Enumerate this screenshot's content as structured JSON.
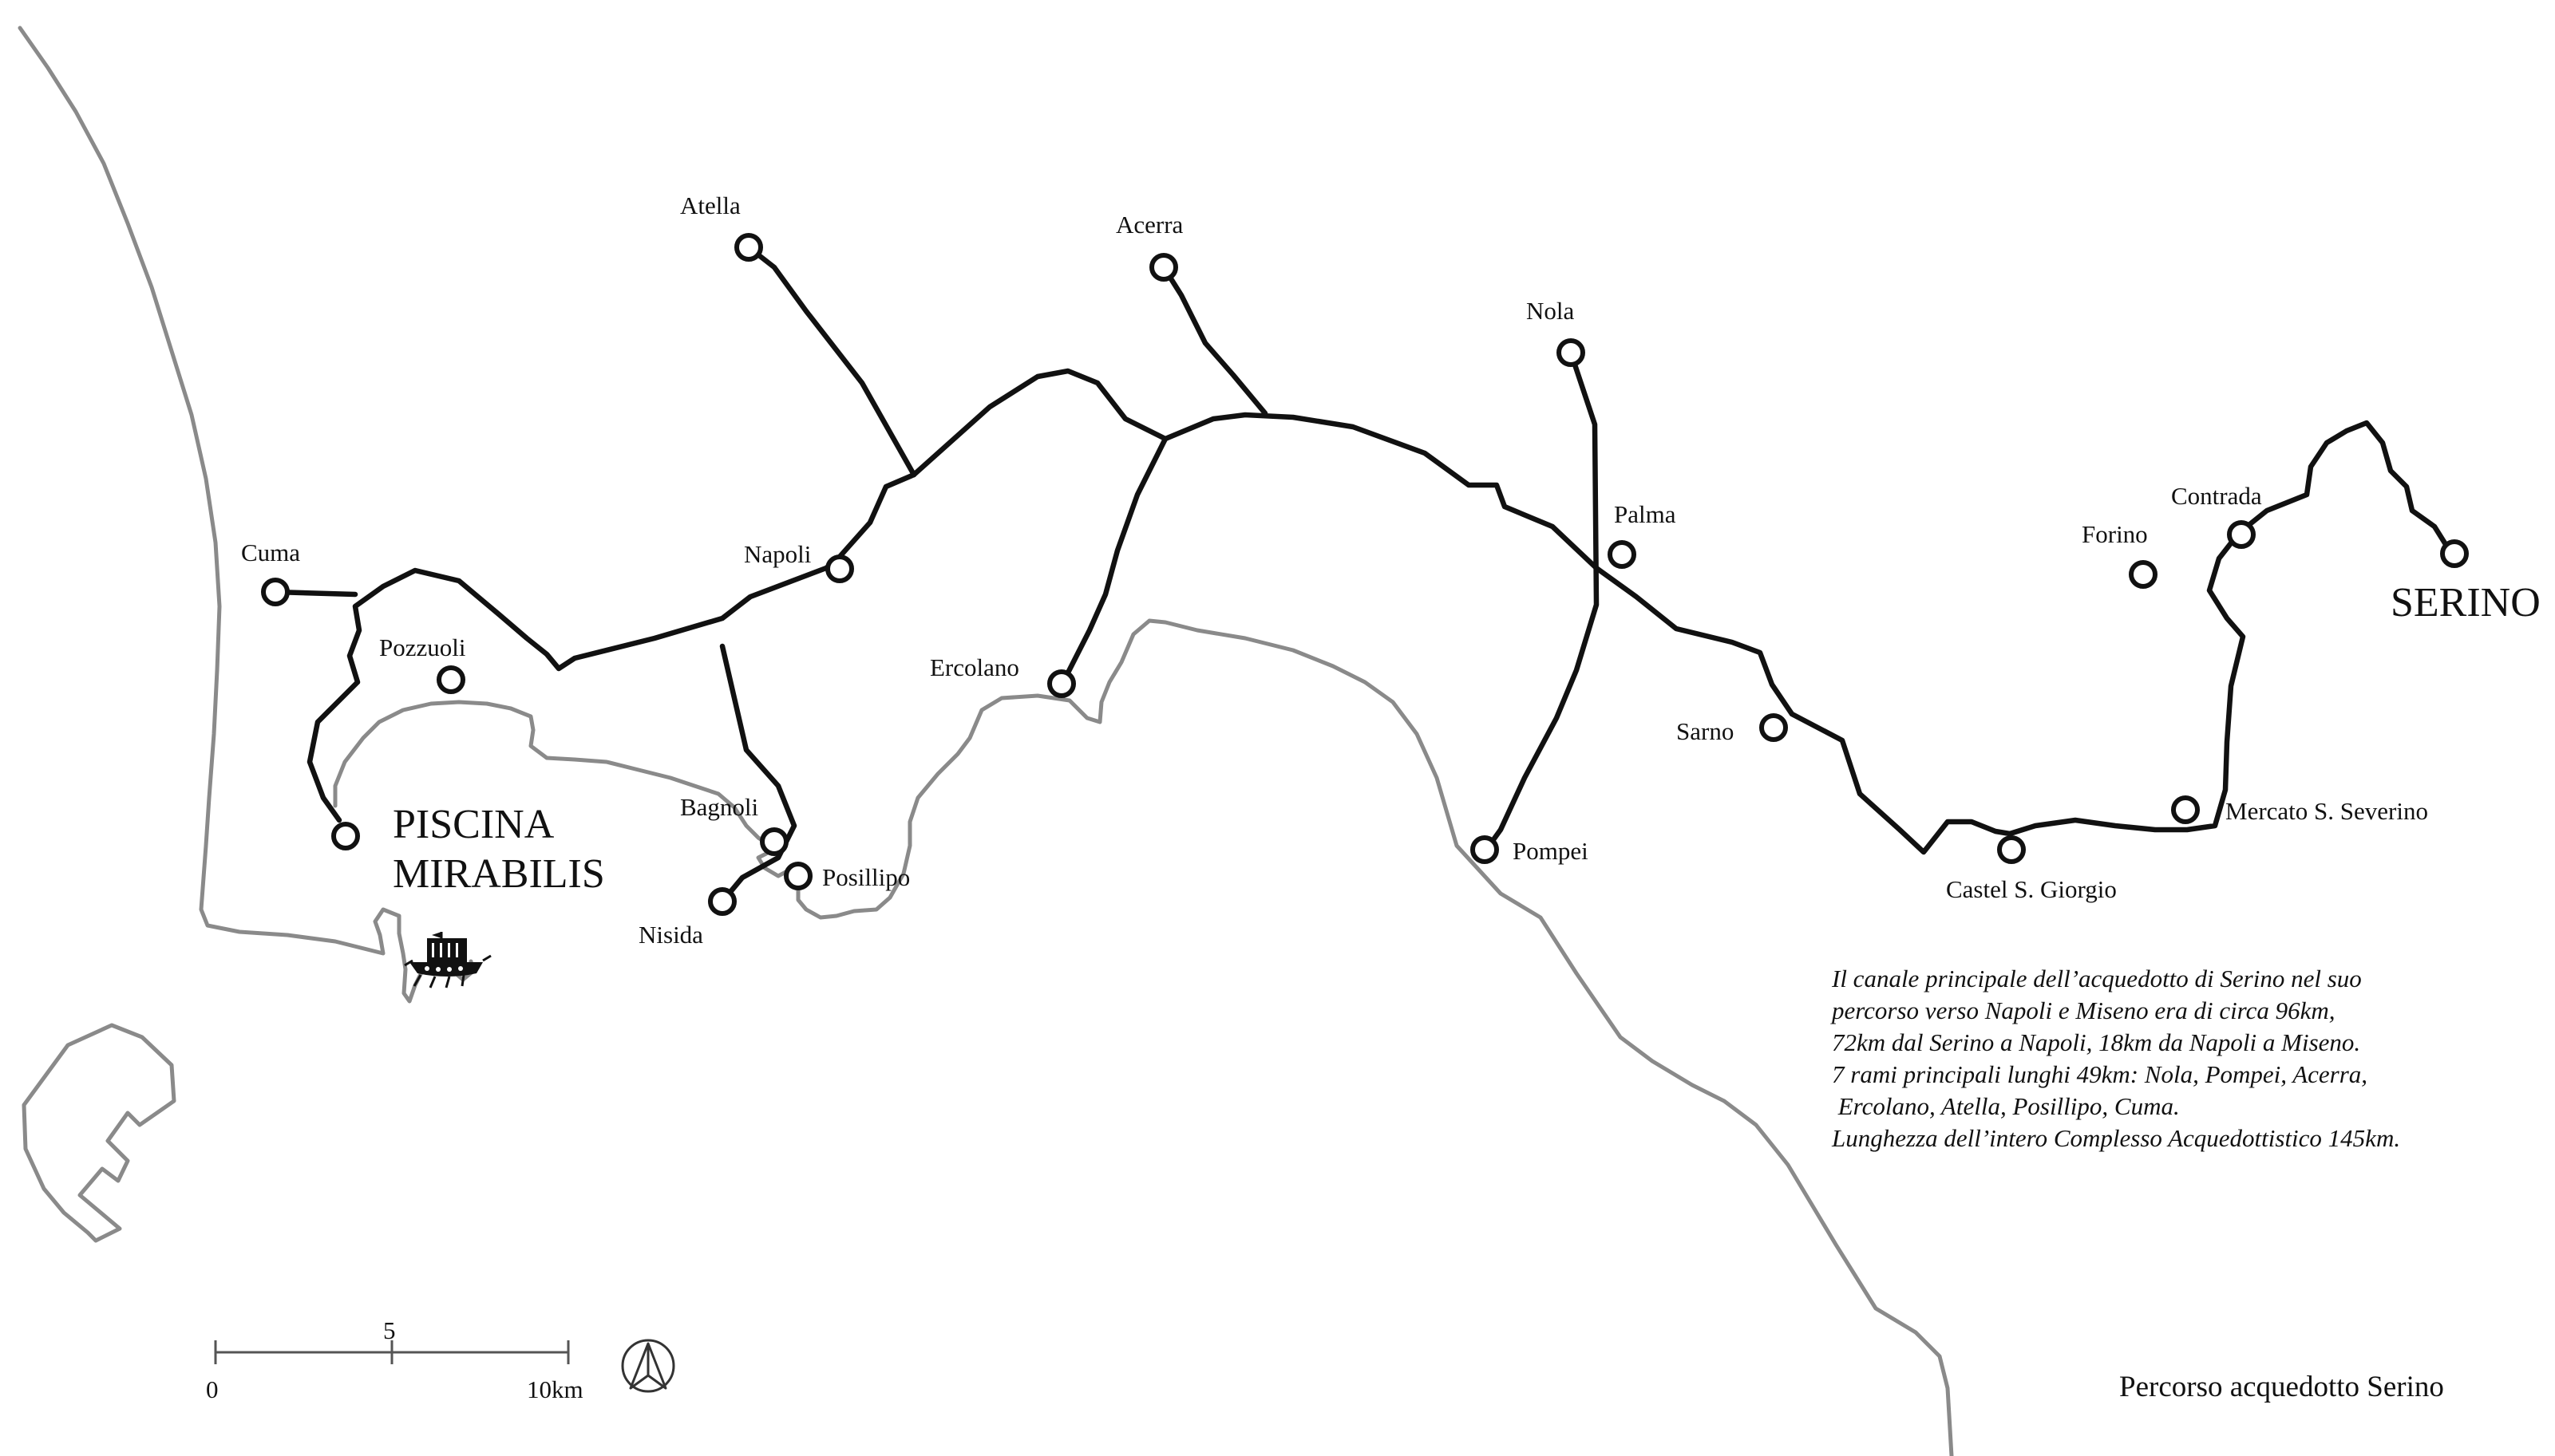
{
  "places": {
    "atella": "Atella",
    "acerra": "Acerra",
    "nola": "Nola",
    "palma": "Palma",
    "forino": "Forino",
    "contrada": "Contrada",
    "serino": "SERINO",
    "cuma": "Cuma",
    "napoli": "Napoli",
    "pozzuoli": "Pozzuoli",
    "ercolano": "Ercolano",
    "sarno": "Sarno",
    "mercato": "Mercato S. Severino",
    "piscina_1": "PISCINA",
    "piscina_2": "MIRABILIS",
    "bagnoli": "Bagnoli",
    "posillipo": "Posillipo",
    "nisida": "Nisida",
    "pompei": "Pompei",
    "castel": "Castel S. Giorgio"
  },
  "note": [
    "Il canale principale dell’acquedotto di Serino nel suo",
    "percorso verso Napoli e Miseno era di circa 96km,",
    "72km dal Serino a Napoli, 18km da Napoli a Miseno.",
    "7 rami principali lunghi 49km: Nola, Pompei, Acerra,",
    " Ercolano, Atella, Posillipo, Cuma.",
    "Lunghezza dell’intero Complesso Acquedottistico 145km."
  ],
  "scale": {
    "label_zero": "0",
    "label_mid": "5",
    "label_end": "10km"
  },
  "map_title": "Percorso acquedotto Serino",
  "icons": {
    "north": "north-arrow-icon",
    "ship": "ship-icon"
  },
  "colors": {
    "coastline": "#8a8a8a",
    "aqueduct": "#111111"
  }
}
